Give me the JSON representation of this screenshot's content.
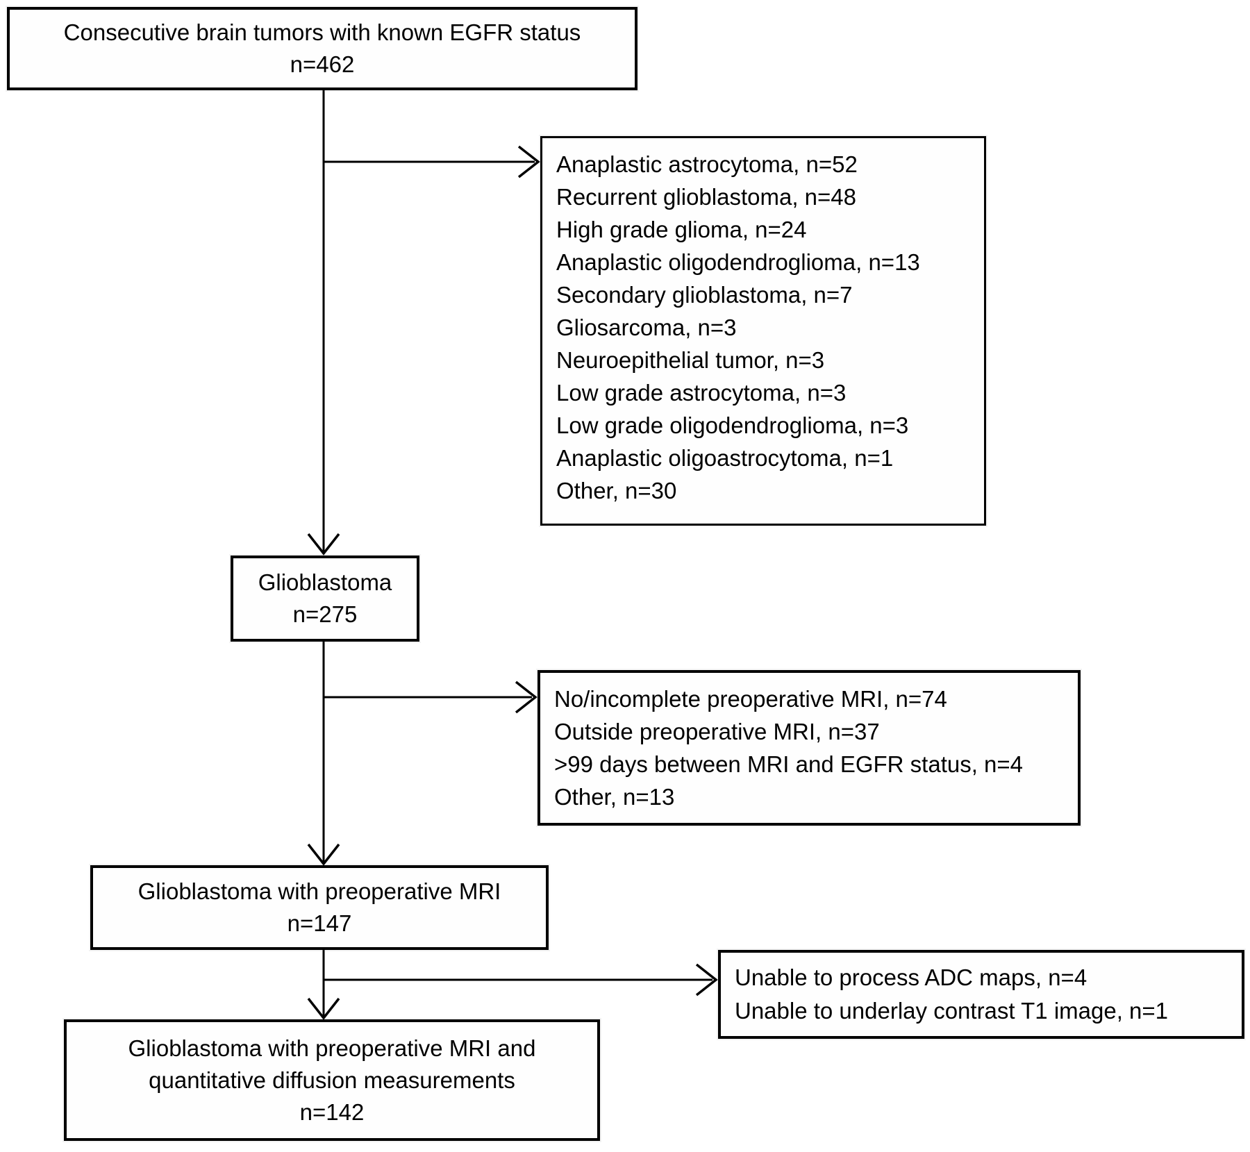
{
  "palette": {
    "background": "#ffffff",
    "box_background": "#fefefe",
    "line_color": "#000000",
    "text_color": "#000000"
  },
  "flowchart": {
    "total": {
      "label": "Consecutive brain tumors with known EGFR status",
      "count": "n=462"
    },
    "histology_exclusions": {
      "items": [
        "Anaplastic astrocytoma, n=52",
        "Recurrent glioblastoma, n=48",
        "High grade glioma, n=24",
        "Anaplastic oligodendroglioma, n=13",
        "Secondary glioblastoma, n=7",
        "Gliosarcoma, n=3",
        "Neuroepithelial tumor, n=3",
        "Low grade astrocytoma, n=3",
        "Low grade oligodendroglioma, n=3",
        "Anaplastic oligoastrocytoma, n=1",
        "Other, n=30"
      ]
    },
    "glioblastoma": {
      "label": "Glioblastoma",
      "count": "n=275"
    },
    "preop_mri_exclusions": {
      "items": [
        "No/incomplete preoperative MRI, n=74",
        "Outside preoperative MRI, n=37",
        ">99 days between MRI and EGFR status, n=4",
        "Other, n=13"
      ]
    },
    "preop_mri": {
      "label": "Glioblastoma with preoperative MRI",
      "count": "n=147"
    },
    "processing_exclusions": {
      "items": [
        "Unable to process ADC maps, n=4",
        "Unable to underlay contrast T1 image, n=1"
      ]
    },
    "final": {
      "label_line1": "Glioblastoma with preoperative MRI and",
      "label_line2": "quantitative diffusion measurements",
      "count": "n=142"
    },
    "edges": [
      {
        "from": "total",
        "to": "glioblastoma",
        "style": "arrow-down"
      },
      {
        "from": "total",
        "to": "histology_exclusions",
        "style": "arrow-right"
      },
      {
        "from": "glioblastoma",
        "to": "preop_mri",
        "style": "arrow-down"
      },
      {
        "from": "glioblastoma",
        "to": "preop_mri_exclusions",
        "style": "arrow-right"
      },
      {
        "from": "preop_mri",
        "to": "final",
        "style": "arrow-down"
      },
      {
        "from": "preop_mri",
        "to": "processing_exclusions",
        "style": "arrow-right"
      }
    ]
  }
}
